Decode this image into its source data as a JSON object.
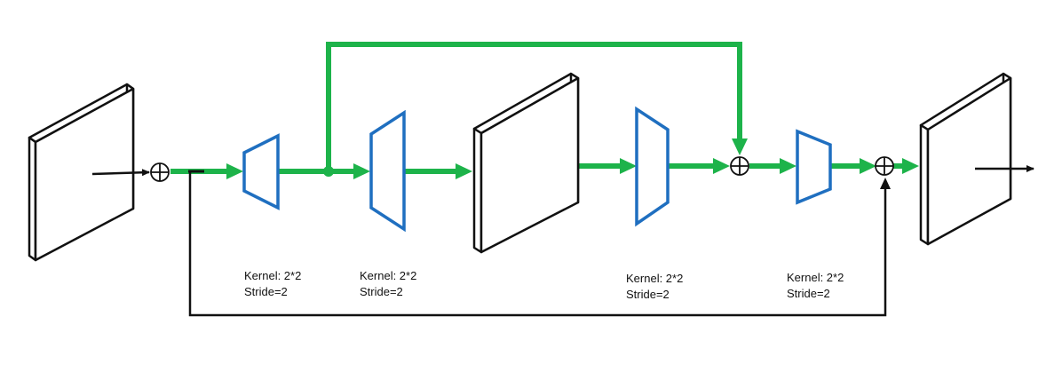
{
  "colors": {
    "flow": "#1db34a",
    "block_edge": "#1f6fc0",
    "tensor_face": "#ffffff",
    "tensor_edge": "#111111",
    "skip": "#111111"
  },
  "icons": {
    "sum": "circled-plus-icon"
  },
  "blocks": [
    {
      "id": "block-1",
      "shape": "reduce",
      "kernel": "Kernel: 2*2",
      "stride": "Stride=2"
    },
    {
      "id": "block-2",
      "shape": "expand",
      "kernel": "Kernel: 2*2",
      "stride": "Stride=2"
    },
    {
      "id": "block-3",
      "shape": "reduce",
      "kernel": "Kernel: 2*2",
      "stride": "Stride=2"
    },
    {
      "id": "block-4",
      "shape": "reduce",
      "kernel": "Kernel: 2*2",
      "stride": "Stride=2"
    }
  ]
}
